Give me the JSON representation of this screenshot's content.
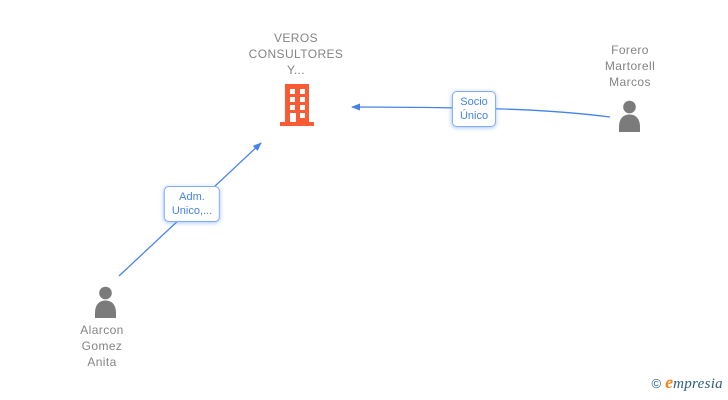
{
  "diagram": {
    "company": {
      "name": "VEROS CONSULTORES Y...",
      "name_lines": [
        "VEROS",
        "CONSULTORES",
        "Y..."
      ]
    },
    "people": [
      {
        "name": "Forero Martorell Marcos",
        "name_lines": [
          "Forero",
          "Martorell",
          "Marcos"
        ]
      },
      {
        "name": "Alarcon Gomez Anita",
        "name_lines": [
          "Alarcon",
          "Gomez",
          "Anita"
        ]
      }
    ],
    "relationships": [
      {
        "label": "Socio Único",
        "label_lines": [
          "Socio",
          "Único"
        ],
        "from": "Forero Martorell Marcos",
        "to": "VEROS CONSULTORES Y..."
      },
      {
        "label": "Adm. Unico,...",
        "label_lines": [
          "Adm.",
          "Unico,..."
        ],
        "from": "Alarcon Gomez Anita",
        "to": "VEROS CONSULTORES Y..."
      }
    ]
  },
  "watermark": {
    "copyright_symbol": "©",
    "brand_initial": "e",
    "brand_rest": "mpresia"
  },
  "colors": {
    "edge_blue": "#4583ea",
    "label_border_blue": "#85aef2",
    "building_orange": "#fa5b35",
    "person_gray": "#7b7b7b",
    "name_text_gray": "#848484",
    "logo_orange": "#f6851f",
    "logo_blue": "#2c5f87",
    "background": "#ffffff"
  }
}
